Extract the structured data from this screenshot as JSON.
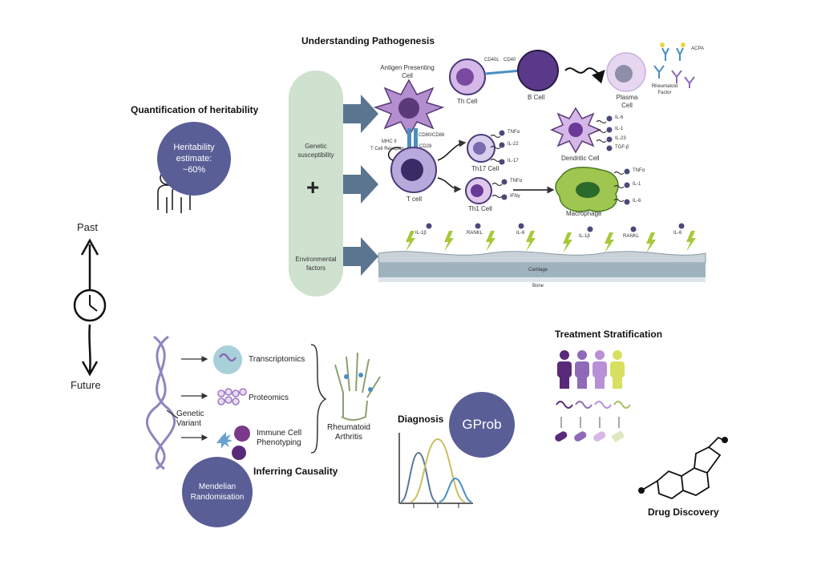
{
  "timeline": {
    "past": "Past",
    "future": "Future"
  },
  "heritability": {
    "title": "Quantification of heritability",
    "estimate": "Heritability estimate: ~60%"
  },
  "pathogenesis": {
    "title": "Understanding Pathogenesis",
    "genetic": "Genetic susceptibility",
    "plus": "+",
    "environmental": "Environmental factors",
    "apc": "Antigen Presenting Cell",
    "mhc": "MHC II",
    "tcr": "T Cell Receptor",
    "cd80": "CD80/CD86",
    "cd28": "CD28",
    "tcell": "T cell",
    "thcell": "Th Cell",
    "bcell": "B Cell",
    "cd40l": "CD40L",
    "cd40": "CD40",
    "plasma": "Plasma Cell",
    "acpa": "ACPA",
    "rf": "Rheumatoid Factor",
    "th17": "Th17 Cell",
    "th17_cytokines": [
      "TNFα",
      "IL-22",
      "IL-17"
    ],
    "th1": "Th1 Cell",
    "th1_cytokines": [
      "TNFα",
      "IFNγ"
    ],
    "dendritic": "Dendritic Cell",
    "dc_cytokines": [
      "IL-6",
      "IL-1",
      "IL-23",
      "TGF-β"
    ],
    "macrophage": "Macrophage",
    "mac_cytokines": [
      "TNFα",
      "IL-1",
      "IL-6"
    ],
    "joint_labels": [
      "IL-1β",
      "RANKL",
      "IL-6",
      "IL-1β",
      "RANKL",
      "IL-6"
    ],
    "cartilage": "Cartilage",
    "bone": "Bone"
  },
  "causality": {
    "title": "Inferring Causality",
    "transcriptomics": "Transcriptomics",
    "proteomics": "Proteomics",
    "immune": "Immune Cell Phenotyping",
    "variant": "Genetic Variant",
    "ra": "Rheumatoid Arthritis",
    "mr": "Mendelian Randomisation"
  },
  "diagnosis": {
    "title": "Diagnosis",
    "gprob": "GProb"
  },
  "treatment": {
    "title": "Treatment Stratification"
  },
  "drug": {
    "title": "Drug Discovery"
  },
  "colors": {
    "accent": "#5a5e96",
    "pill": "#cfe2cf",
    "arrow": "#5b7590",
    "cell_purple": "#b48fd0",
    "plasma": "#d9c2e8"
  }
}
